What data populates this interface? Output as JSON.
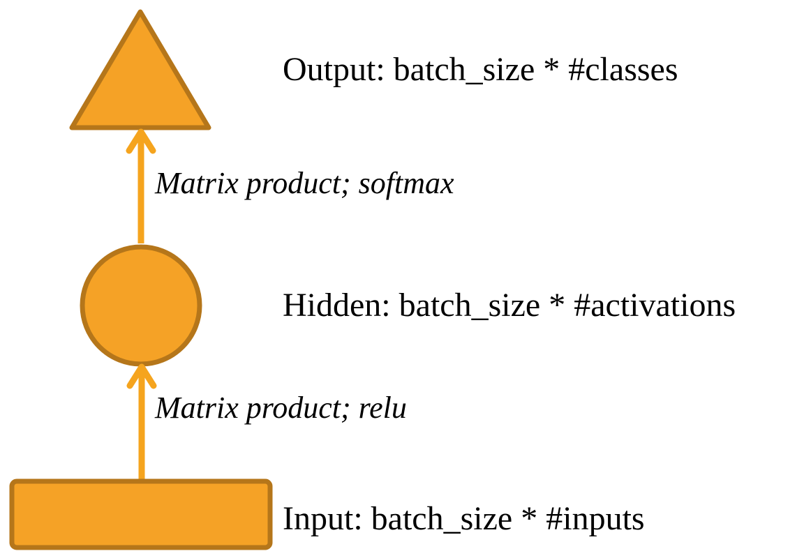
{
  "colors": {
    "shape_fill": "#F5A226",
    "shape_stroke": "#B5761A",
    "arrow": "#F5A41E",
    "text": "#000000",
    "background": "#FFFFFF"
  },
  "nodes": [
    {
      "id": "output",
      "shape": "triangle",
      "label": "Output: batch_size * #classes"
    },
    {
      "id": "hidden",
      "shape": "circle",
      "label": "Hidden: batch_size * #activations"
    },
    {
      "id": "input",
      "shape": "rectangle",
      "label": "Input: batch_size * #inputs"
    }
  ],
  "edges": [
    {
      "from": "hidden",
      "to": "output",
      "label": "Matrix product; softmax"
    },
    {
      "from": "input",
      "to": "hidden",
      "label": "Matrix product; relu"
    }
  ]
}
